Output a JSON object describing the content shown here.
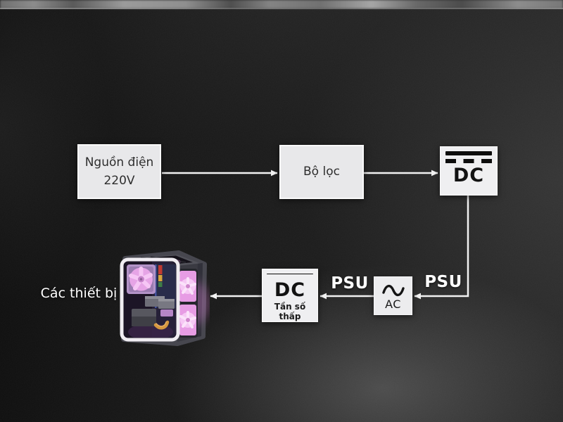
{
  "nodes": {
    "source": {
      "line1": "Nguồn điện",
      "line2": "220V"
    },
    "filter": {
      "label": "Bộ lọc"
    },
    "dc_high": {
      "label": "DC",
      "symbol": "dc-solid-dashed-bars-icon"
    },
    "ac": {
      "label": "AC",
      "symbol": "sine-wave-icon"
    },
    "dc_low": {
      "label": "DC",
      "sublabel": "Tần số thấp",
      "symbol": "dc-solid-dashed-bars-icon"
    },
    "devices": {
      "label": "Các thiết bị",
      "image": "pc-case-rgb-illustration"
    }
  },
  "edge_labels": {
    "psu_left": "PSU",
    "psu_right": "PSU"
  },
  "colors": {
    "background": "#181818",
    "node_fill": "#e8e8ea",
    "node_border": "#fafafa",
    "node_text": "#2e2e2e",
    "connector": "#f2f2f2",
    "label_text": "#ffffff",
    "dc_bars": "#0d0d0d",
    "fan_pink": "#f0a6ee",
    "case_body": "#47474f"
  }
}
